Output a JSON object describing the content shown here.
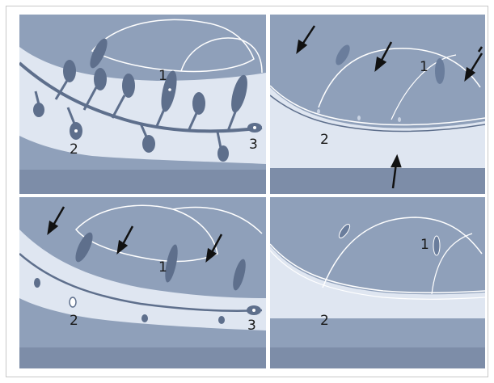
{
  "colors": {
    "tissue": "#8fa0ba",
    "organ": "#6a7d9c",
    "cell": "#5e6f8c",
    "membrane": "#dfe6f1",
    "base": "#7d8da8",
    "outline": "#ffffff"
  },
  "panels": [
    {
      "labels": {
        "one": "1",
        "two": "2",
        "three": "3"
      }
    },
    {
      "labels": {
        "one": "1",
        "two": "2"
      }
    },
    {
      "labels": {
        "one": "1",
        "two": "2",
        "three": "3"
      }
    },
    {
      "labels": {
        "one": "1",
        "two": "2"
      }
    }
  ]
}
